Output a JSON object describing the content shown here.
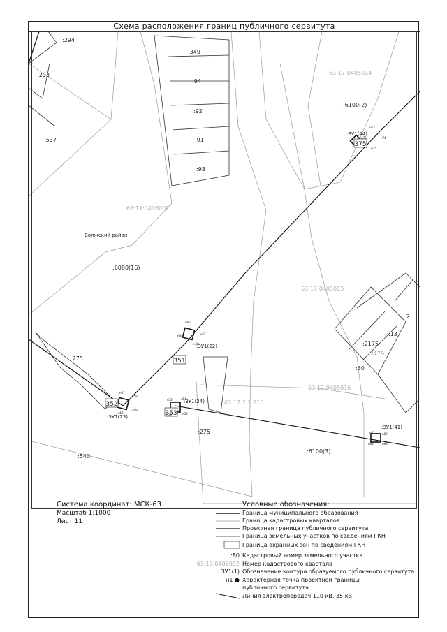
{
  "title": "Схема расположения границ публичного сервитута",
  "map": {
    "quarters": [
      "63:17:0405014",
      "63:17:0406002",
      "63:17:0405015",
      "63:17:0405016",
      "63:17:2.2.216"
    ],
    "parcels": [
      ":294",
      ":293",
      ":537",
      ":349",
      ":94",
      ":92",
      ":91",
      ":93",
      ":6100(2)",
      ":6080(16)",
      ":275",
      ":275",
      ":540",
      ":6100(3)",
      ":2",
      ":13",
      ":2175",
      ":2479",
      ":30"
    ],
    "area_label": "Волжский район",
    "sites": [
      ":ЗУ1(44)",
      ":ЗУ1(22)",
      ":ЗУ1(23)",
      ":ЗУ1(24)",
      ":ЗУ1(41)"
    ],
    "zones": [
      "351",
      "352",
      "353",
      "375"
    ],
    "points": [
      "н73",
      "н74",
      "н75",
      "н76",
      "н65",
      "н66",
      "н67",
      "н68",
      "н57",
      "н58",
      "н59",
      "н60",
      "н53",
      "н54",
      "н55",
      "н56",
      "н61",
      "н62",
      "н63",
      "н64"
    ]
  },
  "coords": {
    "system": "Система координат: МСК-63",
    "scale": "Масштаб 1:1000",
    "sheet": "Лист 11"
  },
  "legend": {
    "title": "Условные обозначения:",
    "items": [
      "Граница муниципального образования",
      "Граница кадастровых кварталов",
      "Проектная граница публичного сервитута",
      "Граница земельных участков по сведениям ГКН",
      "Граница охранных зон по сведениям ГКН",
      "Кадастровый номер земельного участка",
      "Номер кадастрового квартала",
      "Обозначение контура образуемого публичного сервитута",
      "Характерная точка проектной границы",
      "публичного сервитута",
      "Линия электропередач 110 кВ, 35 кВ"
    ],
    "codes": [
      ":80",
      "63:17:0406002",
      ":ЗУ1(1)",
      "н1"
    ]
  },
  "colors": {
    "municipal_border": "#222222",
    "quarter_border": "#9a9a9a",
    "servitude_border": "#111111",
    "parcel_border": "#333333",
    "quarter_label": "#b0b0b0"
  }
}
